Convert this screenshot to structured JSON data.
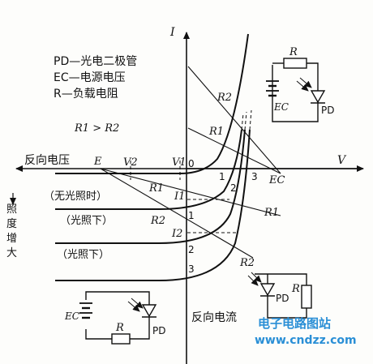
{
  "legend": {
    "line1": "PD—光电二极管",
    "line2": "EC—电源电压",
    "line3": "R—负载电阻"
  },
  "relation": "R1 > R2",
  "axes": {
    "y_label": "I",
    "x_label": "V",
    "reverse_voltage": "反向电压",
    "reverse_current": "反向电流",
    "origin": "0"
  },
  "illumination_label": "照度增大",
  "curves": {
    "dark": "（无光照时）",
    "light1": "（光照下）",
    "light2": "（光照下）"
  },
  "points": {
    "E": "E",
    "V1": "V1",
    "V2": "V2",
    "EC": "EC",
    "I1": "I1",
    "I2": "I2",
    "R1": "R1",
    "R2": "R2",
    "n1": "1",
    "n2": "2",
    "n3": "3"
  },
  "circuit_top": {
    "R": "R",
    "EC": "EC",
    "PD": "PD"
  },
  "circuit_bottom_right": {
    "R": "R",
    "PD": "PD"
  },
  "circuit_bottom_left": {
    "EC": "EC",
    "R": "R",
    "PD": "PD"
  },
  "watermark": {
    "line1": "电子电路图站",
    "line2": "www.cndzz.com"
  },
  "colors": {
    "ink": "#111111",
    "watermark": "#2a8fd6"
  }
}
